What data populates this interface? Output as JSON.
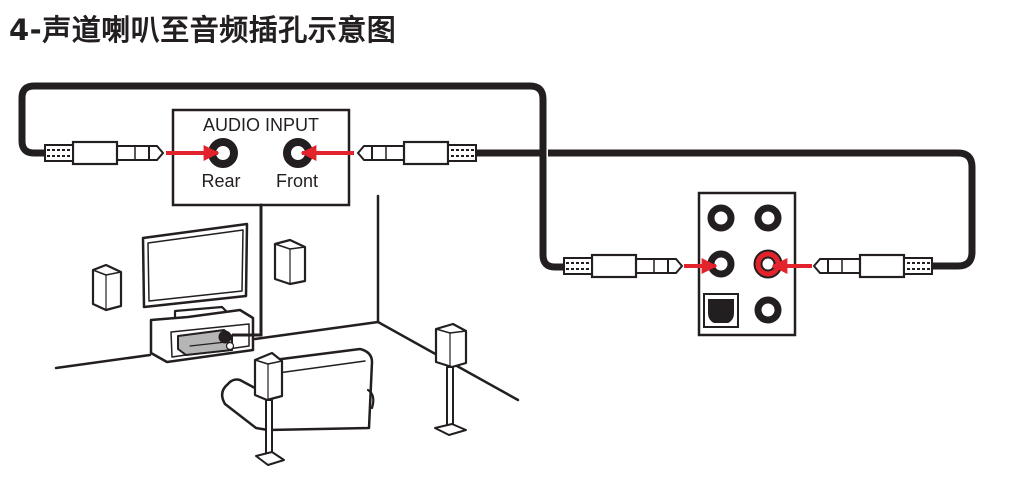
{
  "title": "4-声道喇叭至音频插孔示意图",
  "audio_input": {
    "heading": "AUDIO INPUT",
    "jacks": [
      {
        "label": "Rear"
      },
      {
        "label": "Front"
      }
    ]
  },
  "io_panel": {
    "jacks": [
      "top-left",
      "top-right",
      "middle-left (connected)",
      "middle-right (connected, red)",
      "optical S/PDIF",
      "bottom-right"
    ]
  },
  "colors": {
    "ink": "#231f20",
    "arrow": "#e3232b",
    "highlight_jack": "#e3232b",
    "device_gray": "#b5b5b5"
  }
}
